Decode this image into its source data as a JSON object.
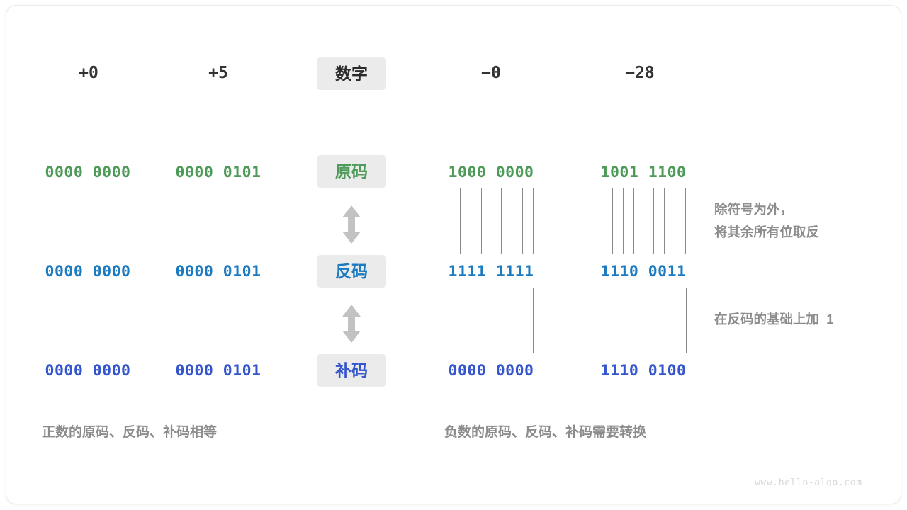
{
  "diagram": {
    "title_row": {
      "label_chip": "数字",
      "columns": [
        "+0",
        "+5",
        "−0",
        "−28"
      ]
    },
    "rows": [
      {
        "chip": "原码",
        "chip_color": "#4e9a58",
        "value_color": "#4e9a58",
        "values": [
          "0000 0000",
          "0000 0101",
          "1000 0000",
          "1001 1100"
        ]
      },
      {
        "chip": "反码",
        "chip_color": "#1b7ac0",
        "value_color": "#1b7ac0",
        "values": [
          "0000 0000",
          "0000 0101",
          "1111 1111",
          "1110 0011"
        ]
      },
      {
        "chip": "补码",
        "chip_color": "#3455cc",
        "value_color": "#3455cc",
        "values": [
          "0000 0000",
          "0000 0101",
          "0000 0000",
          "1110 0100"
        ]
      }
    ],
    "annotations": {
      "invert_note_line1": "除符号为外，",
      "invert_note_line2": "将其余所有位取反",
      "plus_one_note": "在反码的基础上加  1"
    },
    "captions": {
      "left": "正数的原码、反码、补码相等",
      "right": "负数的原码、反码、补码需要转换"
    },
    "watermark": "www.hello-algo.com",
    "colors": {
      "chip_background": "#ebebeb",
      "arrow": "#c2c2c2",
      "connector_line": "#8a8a8a",
      "note_text": "#8c8c8c",
      "header_text": "#333333",
      "card_background": "#ffffff"
    }
  }
}
